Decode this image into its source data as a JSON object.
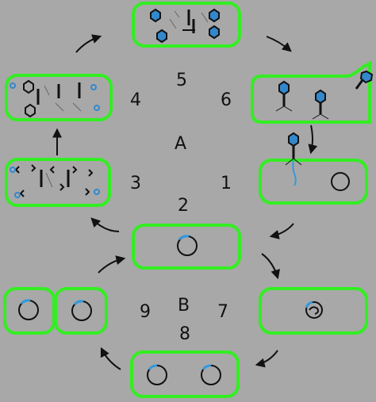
{
  "labels": {
    "n1": "1",
    "n2": "2",
    "n3": "3",
    "n4": "4",
    "n5": "5",
    "n6": "6",
    "n7": "7",
    "n8": "8",
    "n9": "9",
    "a": "A",
    "b": "B"
  },
  "colors": {
    "background": "#a8a8a8",
    "cell_outline": "#33ee22",
    "cell_fill": "#a8a8a8",
    "dna": "#111111",
    "prophage": "#3399dd",
    "arrow": "#111111"
  }
}
